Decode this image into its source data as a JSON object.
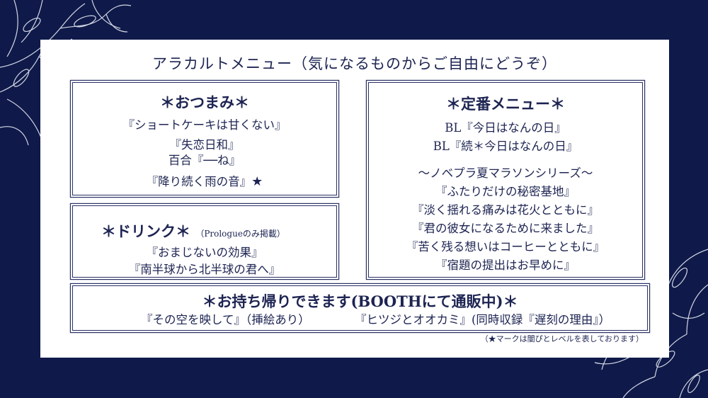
{
  "colors": {
    "background": "#0f1a4a",
    "card": "#ffffff",
    "ink": "#1d2452"
  },
  "title": "アラカルトメニュー（気になるものからご自由にどうぞ）",
  "otsumami": {
    "heading": "＊おつまみ＊",
    "items": [
      "『ショートケーキは甘くない』",
      "『失恋日和』",
      "百合『──ね』",
      "『降り続く雨の音』"
    ],
    "star_mark": "★"
  },
  "drink": {
    "heading": "＊ドリンク＊",
    "note": "（Prologueのみ掲載）",
    "items": [
      "『おまじないの効果』",
      "『南半球から北半球の君へ』"
    ]
  },
  "teiban": {
    "heading": "＊定番メニュー＊",
    "items": [
      "BL『今日はなんの日』",
      "BL『続＊今日はなんの日』"
    ],
    "series_title": "〜ノベプラ夏マラソンシリーズ〜",
    "series_items": [
      "『ふたりだけの秘密基地』",
      "『淡く揺れる痛みは花火とともに』",
      "『君の彼女になるために来ました』",
      "『苦く残る想いはコーヒーとともに』",
      "『宿題の提出はお早めに』"
    ]
  },
  "booth": {
    "heading": "＊お持ち帰りできます(BOOTHにて通販中)＊",
    "item_left": "『その空を映して』（挿絵あり）",
    "item_right": "『ヒツジとオオカミ』(同時収録『遅刻の理由』）"
  },
  "footnote": "（★マークは闇ぴとレベルを表しております）",
  "icons": {
    "top_left": "lily-flower-icon",
    "bottom_right": "lily-flower-icon"
  }
}
